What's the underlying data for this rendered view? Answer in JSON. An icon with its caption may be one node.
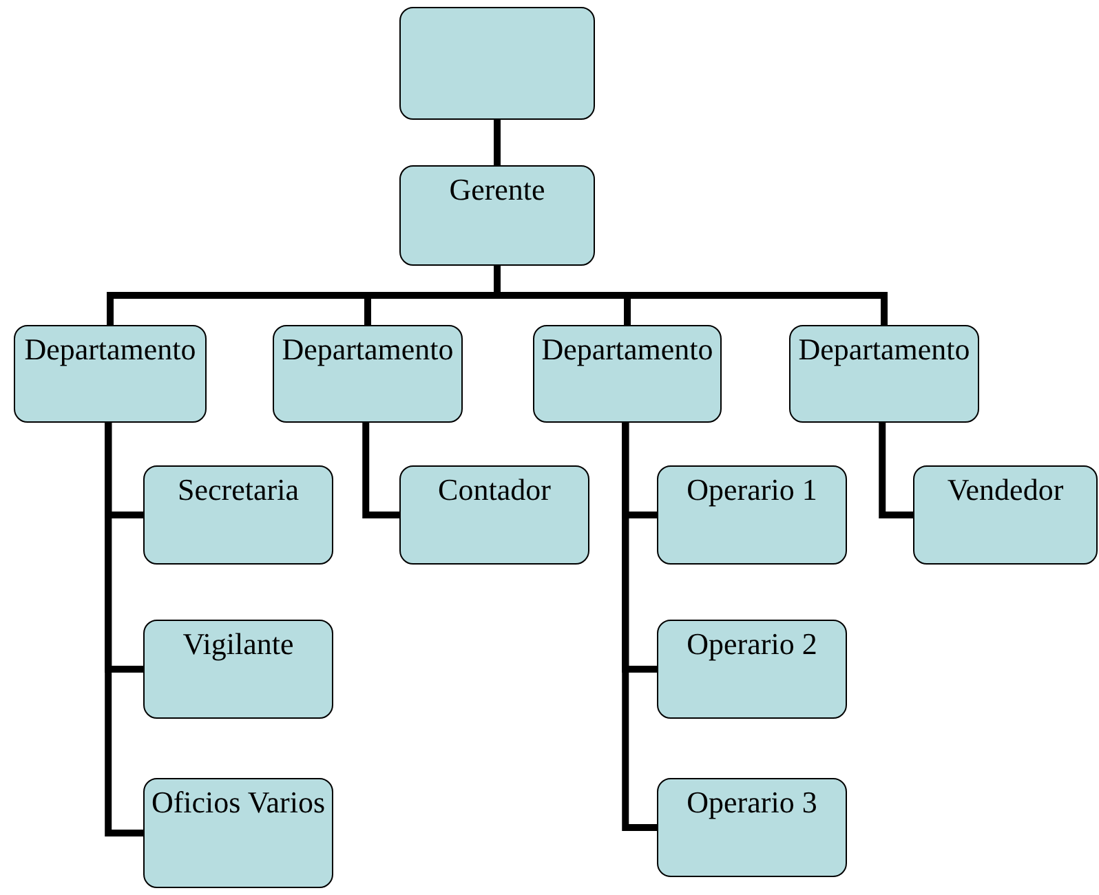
{
  "diagram": {
    "nodes": [
      {
        "text": [],
        "shape": "box"
      },
      {
        "text": [
          "Gerente"
        ]
      },
      {
        "text": [
          "Departamento"
        ]
      },
      {
        "text": [
          "Departamento"
        ]
      },
      {
        "text": [
          "Departamento"
        ]
      },
      {
        "text": [
          "Departamento"
        ]
      },
      {
        "text": [
          "Secretaria"
        ]
      },
      {
        "text": [
          "Vigilante"
        ]
      },
      {
        "text": [
          "Oficios Varios"
        ]
      },
      {
        "text": [
          "Contador"
        ]
      },
      {
        "text": [
          "Operario 1"
        ]
      },
      {
        "text": [
          "Operario 2"
        ]
      },
      {
        "text": [
          "Operario 3"
        ]
      },
      {
        "text": [
          "Vendedor"
        ]
      }
    ],
    "edges": [
      {
        "from": 0,
        "to": 1,
        "arrow": "none"
      },
      {
        "from": 1,
        "to": 2,
        "arrow": "none"
      },
      {
        "from": 1,
        "to": 3,
        "arrow": "none"
      },
      {
        "from": 1,
        "to": 4,
        "arrow": "none"
      },
      {
        "from": 1,
        "to": 5,
        "arrow": "none"
      },
      {
        "from": 2,
        "to": 6,
        "arrow": "none"
      },
      {
        "from": 2,
        "to": 7,
        "arrow": "none"
      },
      {
        "from": 2,
        "to": 8,
        "arrow": "none"
      },
      {
        "from": 3,
        "to": 9,
        "arrow": "none"
      },
      {
        "from": 4,
        "to": 10,
        "arrow": "none"
      },
      {
        "from": 4,
        "to": 11,
        "arrow": "none"
      },
      {
        "from": 4,
        "to": 12,
        "arrow": "none"
      },
      {
        "from": 5,
        "to": 13,
        "arrow": "none"
      }
    ]
  }
}
